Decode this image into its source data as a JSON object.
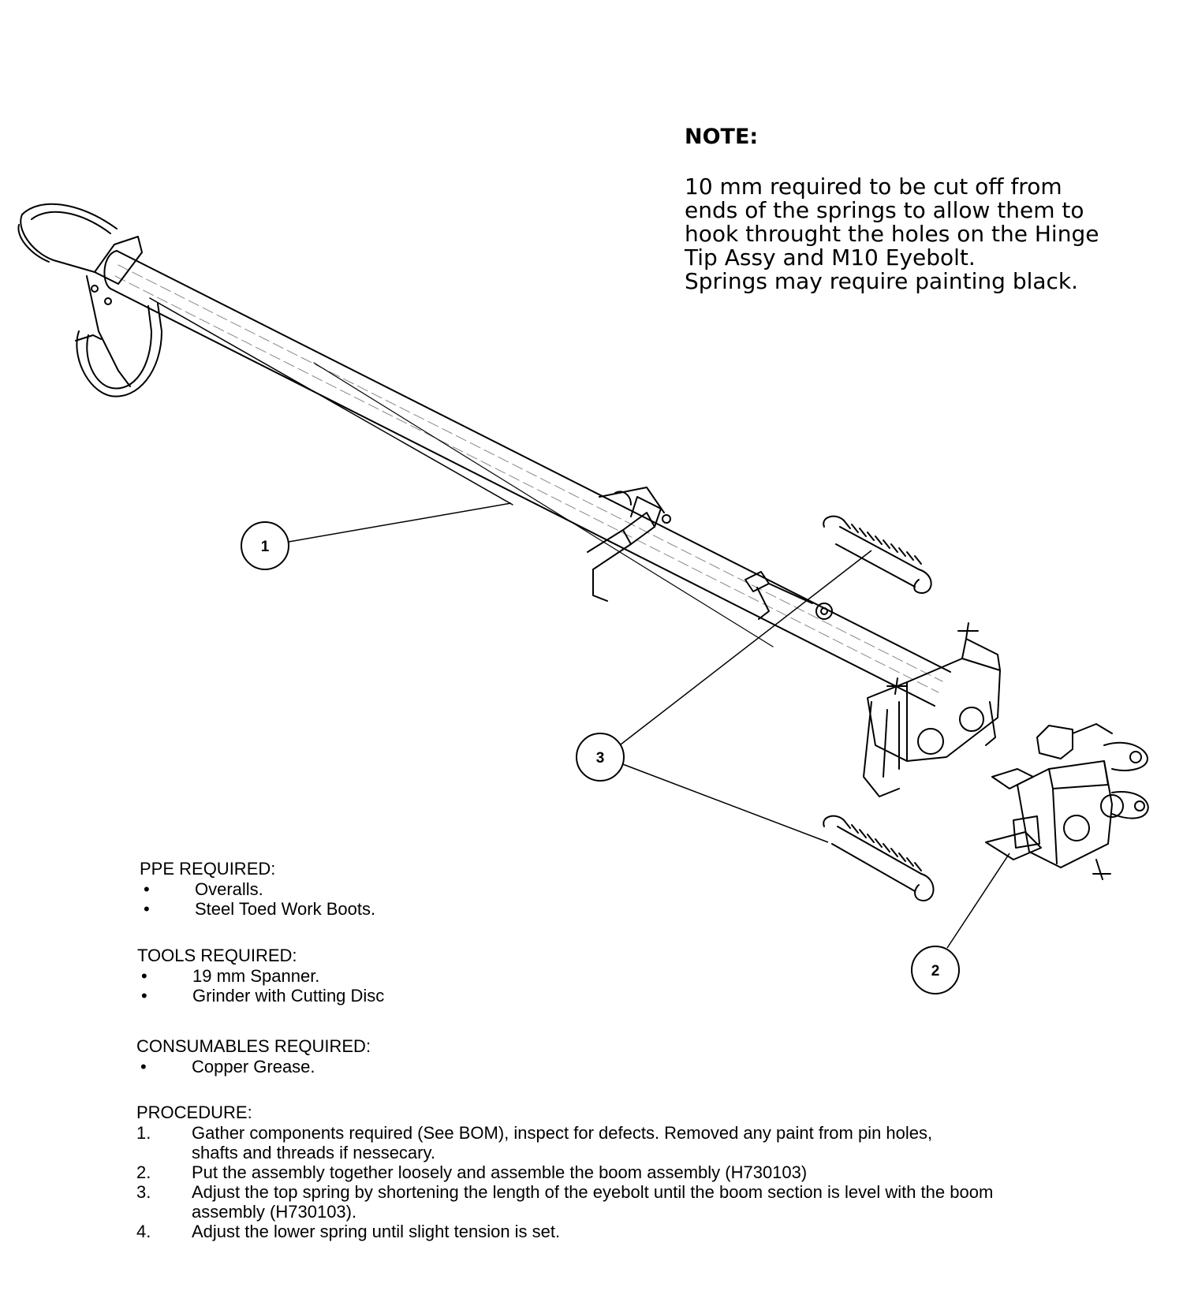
{
  "note": {
    "title": "NOTE:",
    "lines": [
      "10 mm required to be cut off from",
      "ends of the springs to allow them to",
      "hook throught the holes on the Hinge",
      "Tip Assy and M10 Eyebolt.",
      "Springs may require painting black."
    ]
  },
  "callouts": [
    "1",
    "2",
    "3"
  ],
  "ppe": {
    "header": "PPE REQUIRED:",
    "bullet": "•",
    "items": [
      "Overalls.",
      "Steel Toed Work Boots."
    ]
  },
  "tools": {
    "header": "TOOLS REQUIRED:",
    "bullet": "•",
    "items": [
      "19 mm Spanner.",
      "Grinder with Cutting Disc"
    ]
  },
  "consumables": {
    "header": "CONSUMABLES REQUIRED:",
    "bullet": "•",
    "items": [
      "Copper Grease."
    ]
  },
  "procedure": {
    "header": "PROCEDURE:",
    "steps": [
      {
        "num": "1.",
        "lines": [
          "Gather components required (See BOM), inspect for defects. Removed any paint from pin holes,",
          "shafts and threads if nessecary."
        ]
      },
      {
        "num": "2.",
        "lines": [
          "Put the assembly together loosely and assemble the boom assembly (H730103)"
        ]
      },
      {
        "num": "3.",
        "lines": [
          "Adjust the top spring by shortening the length of the eyebolt until the boom section is level with the boom",
          "assembly (H730103)."
        ]
      },
      {
        "num": "4.",
        "lines": [
          "Adjust the lower spring until slight tension is set."
        ]
      }
    ]
  }
}
